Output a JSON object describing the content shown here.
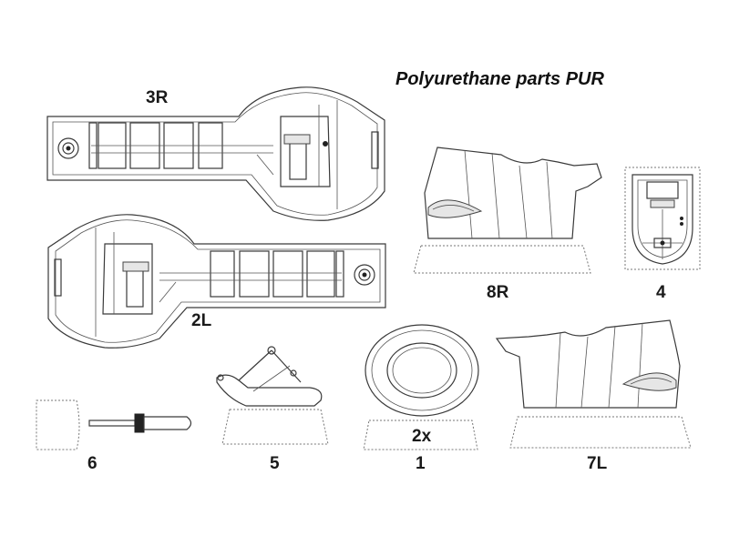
{
  "title": "Polyurethane parts PUR",
  "parts": [
    {
      "id": "3R",
      "label": "3R"
    },
    {
      "id": "2L",
      "label": "2L"
    },
    {
      "id": "8R",
      "label": "8R"
    },
    {
      "id": "4",
      "label": "4"
    },
    {
      "id": "6",
      "label": "6"
    },
    {
      "id": "5",
      "label": "5"
    },
    {
      "id": "1",
      "label": "1"
    },
    {
      "id": "1-qty",
      "label": "2x"
    },
    {
      "id": "7L",
      "label": "7L"
    }
  ]
}
